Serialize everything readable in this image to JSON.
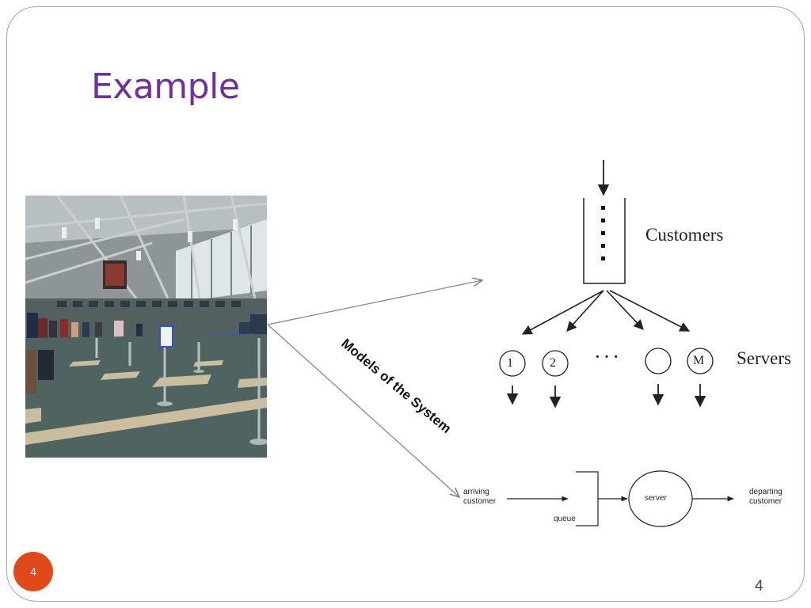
{
  "slide": {
    "title": "Example",
    "badge_number": "4",
    "page_number": "4",
    "accent_color": "#7030a0",
    "badge_color": "#e04a1b"
  },
  "photo": {
    "subject": "airport check-in hall with queue lines"
  },
  "annotation": {
    "label": "Models of the System"
  },
  "queue_model_top": {
    "customers_label": "Customers",
    "servers_label": "Servers",
    "server_ids": [
      "1",
      "2",
      "",
      "M"
    ],
    "ellipsis": "· · ·"
  },
  "queue_model_bottom": {
    "arriving_label": [
      "arriving",
      "customer"
    ],
    "queue_label": "queue",
    "server_label": "server",
    "departing_label": [
      "departing",
      "customer"
    ]
  }
}
